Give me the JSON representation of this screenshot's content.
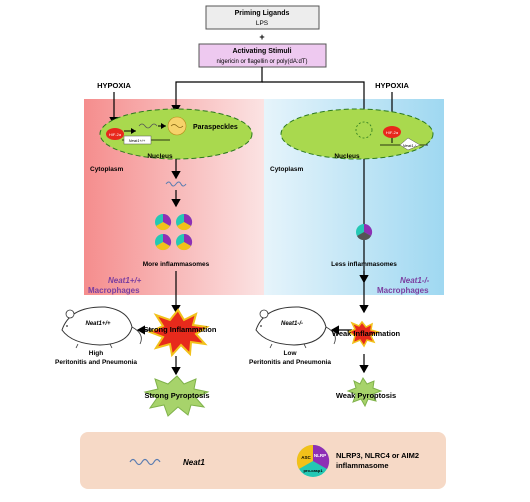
{
  "priming": {
    "title": "Priming Ligands",
    "sub": "LPS"
  },
  "plus": "+",
  "activating": {
    "title": "Activating Stimuli",
    "sub": "nigericin or flagellin  or poly(dA:dT)"
  },
  "left": {
    "hypoxia": "HYPOXIA",
    "hif": "HIF-2α",
    "neat1": "Neat1+/+",
    "paraspeckles": "Paraspeckles",
    "nucleus": "Nucleus",
    "cytoplasm": "Cytoplasm",
    "more_inflammasomes": "More inflammasomes",
    "genotype": "Neat1+/+",
    "macrophages": "Macrophages",
    "mouse_label": "Neat1+/+",
    "strong_inflammation": "Strong Inflammation",
    "outcome_level": "High",
    "outcome_diseases": "Peritonitis and Pneumonia",
    "pyroptosis": "Strong Pyroptosis"
  },
  "right": {
    "hypoxia": "HYPOXIA",
    "hif": "HIF-2α",
    "neat1": "Neat1-/-",
    "nucleus": "Nucleus",
    "cytoplasm": "Cytoplasm",
    "less_inflammasomes": "Less inflammasomes",
    "genotype": "Neat1-/-",
    "macrophages": "Macrophages",
    "mouse_label": "Neat1-/-",
    "weak_inflammation": "Weak Inflammation",
    "outcome_level": "Low",
    "outcome_diseases": "Peritonitis and Pneumonia",
    "pyroptosis": "Weak Pyroptosis"
  },
  "legend": {
    "neat1": "Neat1",
    "inflammasome_line1": "NLRP3, NLRC4 or AIM2",
    "inflammasome_line2": "inflammasome",
    "asc": "ASC",
    "nlrp": "NLRP",
    "procasp1": "pro-casp1"
  },
  "colors": {
    "nlrp": "#8e2fb5",
    "asc": "#f2c11a",
    "procasp1": "#24c8b4",
    "nucleus": "#a9d94e",
    "left_panel": "#f59a9a",
    "right_panel": "#b4dff2",
    "legend_bg": "#f6d9c6",
    "explosion": "#e72a1c",
    "pyroptosis": "#a7d36b"
  }
}
